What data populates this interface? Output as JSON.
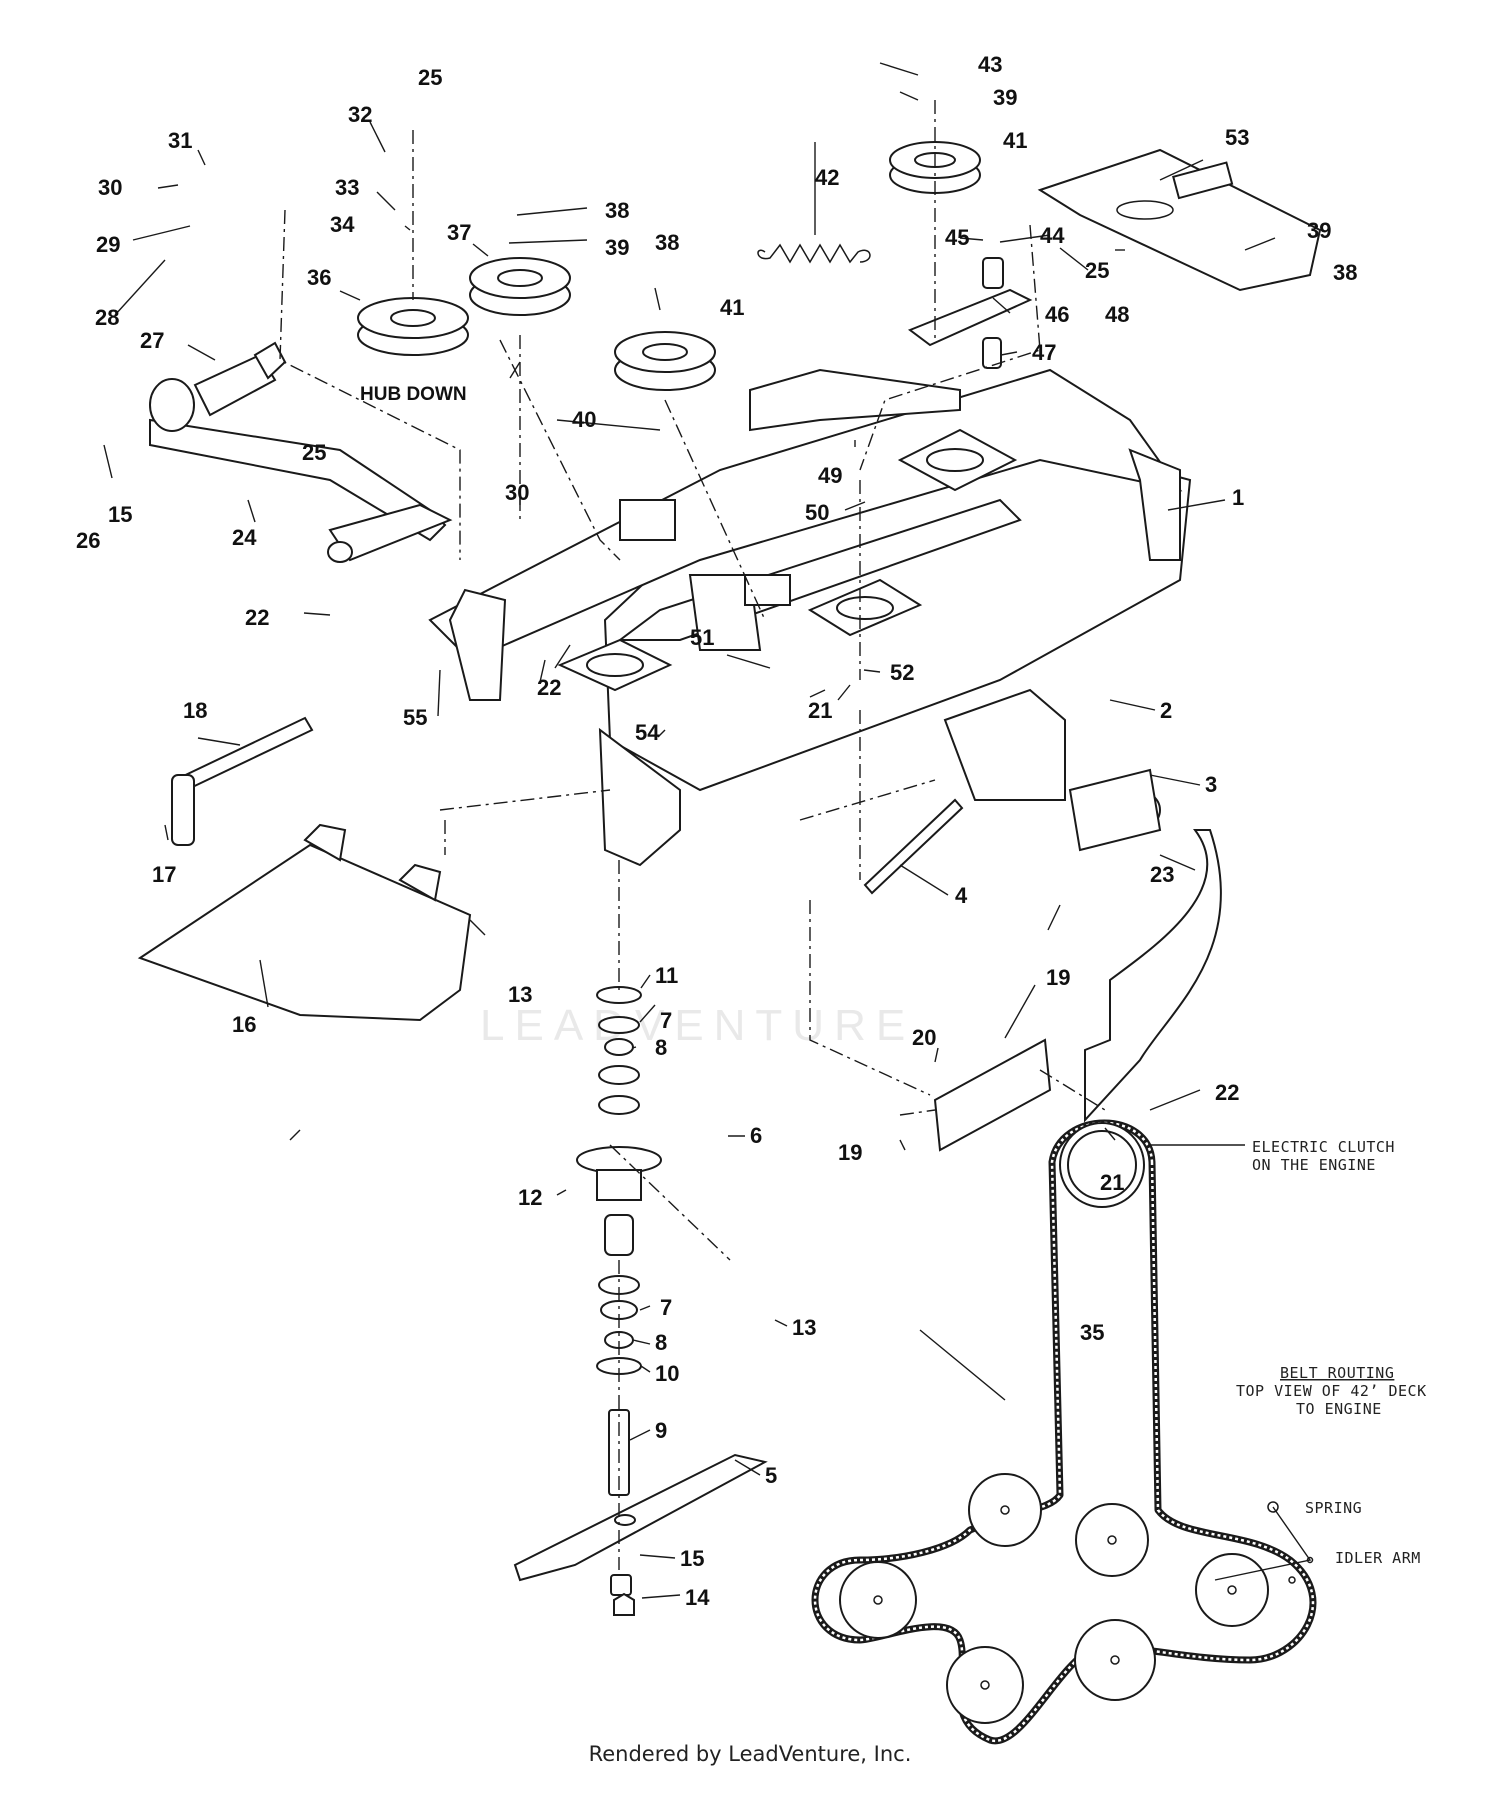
{
  "notes": {
    "hub_down": "HUB DOWN",
    "electric_clutch_1": "ELECTRIC CLUTCH",
    "electric_clutch_2": "ON THE ENGINE",
    "belt_routing_title": "BELT ROUTING",
    "belt_routing_1": "TOP VIEW OF 42’ DECK",
    "belt_routing_2": "TO ENGINE",
    "spring": "SPRING",
    "idler_arm": "IDLER ARM"
  },
  "watermark": "LEADVENTURE",
  "footer": "Rendered by LeadVenture, Inc.",
  "callouts": {
    "c1": "1",
    "c2": "2",
    "c3": "3",
    "c4": "4",
    "c5": "5",
    "c6": "6",
    "c7a": "7",
    "c7b": "7",
    "c8a": "8",
    "c8b": "8",
    "c9": "9",
    "c10": "10",
    "c11": "11",
    "c12": "12",
    "c13a": "13",
    "c13b": "13",
    "c14": "14",
    "c15a": "15",
    "c15b": "15",
    "c16": "16",
    "c17": "17",
    "c18": "18",
    "c19a": "19",
    "c19b": "19",
    "c20": "20",
    "c21a": "21",
    "c21b": "21",
    "c22a": "22",
    "c22b": "22",
    "c22c": "22",
    "c23": "23",
    "c24": "24",
    "c25a": "25",
    "c25b": "25",
    "c25c": "25",
    "c26": "26",
    "c27": "27",
    "c28": "28",
    "c29": "29",
    "c30a": "30",
    "c30b": "30",
    "c31": "31",
    "c32": "32",
    "c33": "33",
    "c34": "34",
    "c35": "35",
    "c36": "36",
    "c37": "37",
    "c38a": "38",
    "c38b": "38",
    "c38c": "38",
    "c39a": "39",
    "c39b": "39",
    "c39c": "39",
    "c40": "40",
    "c41a": "41",
    "c41b": "41",
    "c42": "42",
    "c43": "43",
    "c44": "44",
    "c45": "45",
    "c46": "46",
    "c47": "47",
    "c48": "48",
    "c49": "49",
    "c50": "50",
    "c51": "51",
    "c52": "52",
    "c53": "53",
    "c54": "54",
    "c55": "55"
  }
}
